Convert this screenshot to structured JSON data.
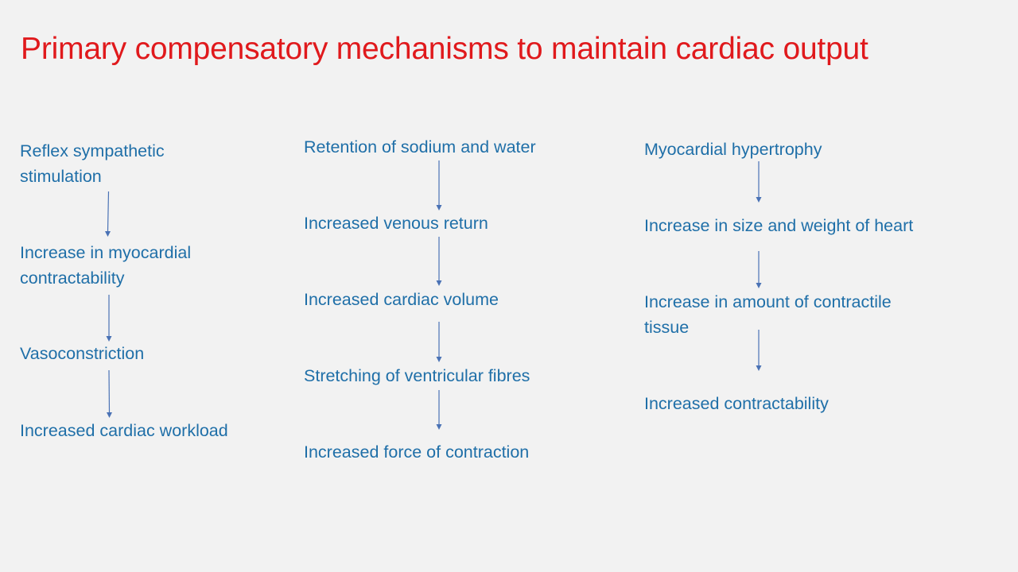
{
  "slide": {
    "title": "Primary compensatory mechanisms to maintain cardiac output",
    "colors": {
      "background": "#f2f2f2",
      "title": "#e0191c",
      "text": "#1f6fa8",
      "arrow": "#4a72b5"
    },
    "columns": [
      {
        "nodes": [
          {
            "line1": "Reflex sympathetic",
            "line2": "stimulation"
          },
          {
            "line1": "Increase in myocardial",
            "line2": "contractability"
          },
          {
            "line1": "Vasoconstriction",
            "line2": ""
          },
          {
            "line1": "Increased cardiac workload",
            "line2": ""
          }
        ]
      },
      {
        "nodes": [
          {
            "line1": "Retention of sodium and water",
            "line2": ""
          },
          {
            "line1": "Increased venous return",
            "line2": ""
          },
          {
            "line1": "Increased cardiac volume",
            "line2": ""
          },
          {
            "line1": "Stretching of ventricular fibres",
            "line2": ""
          },
          {
            "line1": "Increased force of contraction",
            "line2": ""
          }
        ]
      },
      {
        "nodes": [
          {
            "line1": "Myocardial  hypertrophy",
            "line2": ""
          },
          {
            "line1": "Increase in size and weight of heart",
            "line2": ""
          },
          {
            "line1": "Increase in amount of contractile",
            "line2": "tissue"
          },
          {
            "line1": "Increased contractability",
            "line2": ""
          }
        ]
      }
    ]
  }
}
